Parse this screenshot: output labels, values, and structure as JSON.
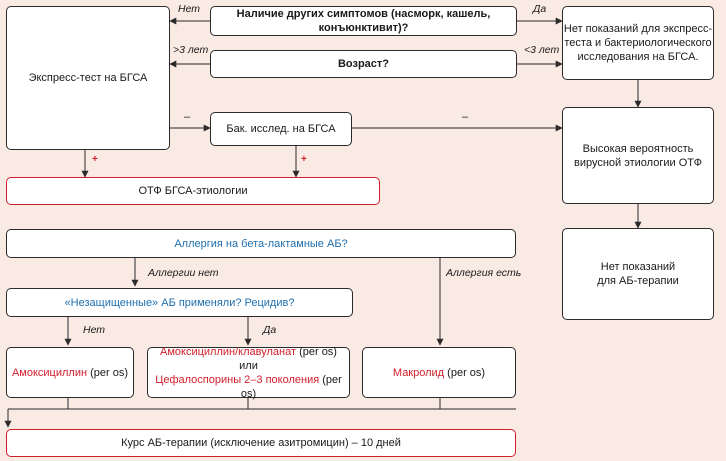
{
  "nodes": {
    "symptoms_question": "Наличие других симптомов (насморк, кашель, конъюнктивит)?",
    "age_question": "Возраст?",
    "express_test": "Экспресс-тест на БГСА",
    "no_express_lines": [
      "Нет показаний для экспресс-",
      "теста и бактериологического",
      "исследования на БГСА."
    ],
    "bac_test": "Бак. исслед. на БГСА",
    "viral_lines": [
      "Высокая вероятность",
      "вирусной этиологии ОТФ"
    ],
    "no_ab_lines": [
      "Нет показаний",
      "для АБ-терапии"
    ],
    "otf": "ОТФ БГСА-этиологии",
    "allergy_question": "Аллергия на бета-лактамные АБ?",
    "unprotected_question": "«Незащищенные» АБ применяли? Рецидив?",
    "amoxicillin": {
      "drug": "Амоксициллин",
      "route": " (per os)"
    },
    "amox_clav": {
      "drug": "Амоксициллин/клавуланат",
      "route": " (per os)",
      "or": "или",
      "drug2": "Цефалоспорины 2–3 поколения",
      "route2": " (per os)"
    },
    "macrolide": {
      "drug": "Макролид",
      "route": " (per os)"
    },
    "course": "Курс АБ-терапии (исключение азитромицин) – 10 дней"
  },
  "labels": {
    "no_top": "Нет",
    "yes_top": "Да",
    "age_over": ">3 лет",
    "age_under": "<3 лет",
    "minus": "–",
    "plus": "+",
    "allergy_no": "Аллергии нет",
    "allergy_yes": "Аллергия есть",
    "no_bottom": "Нет",
    "yes_bottom": "Да"
  },
  "colors": {
    "background": "#faeae4",
    "line": "#2b2b2b",
    "accent_red": "#d11e2a",
    "accent_blue": "#1f6fae"
  }
}
